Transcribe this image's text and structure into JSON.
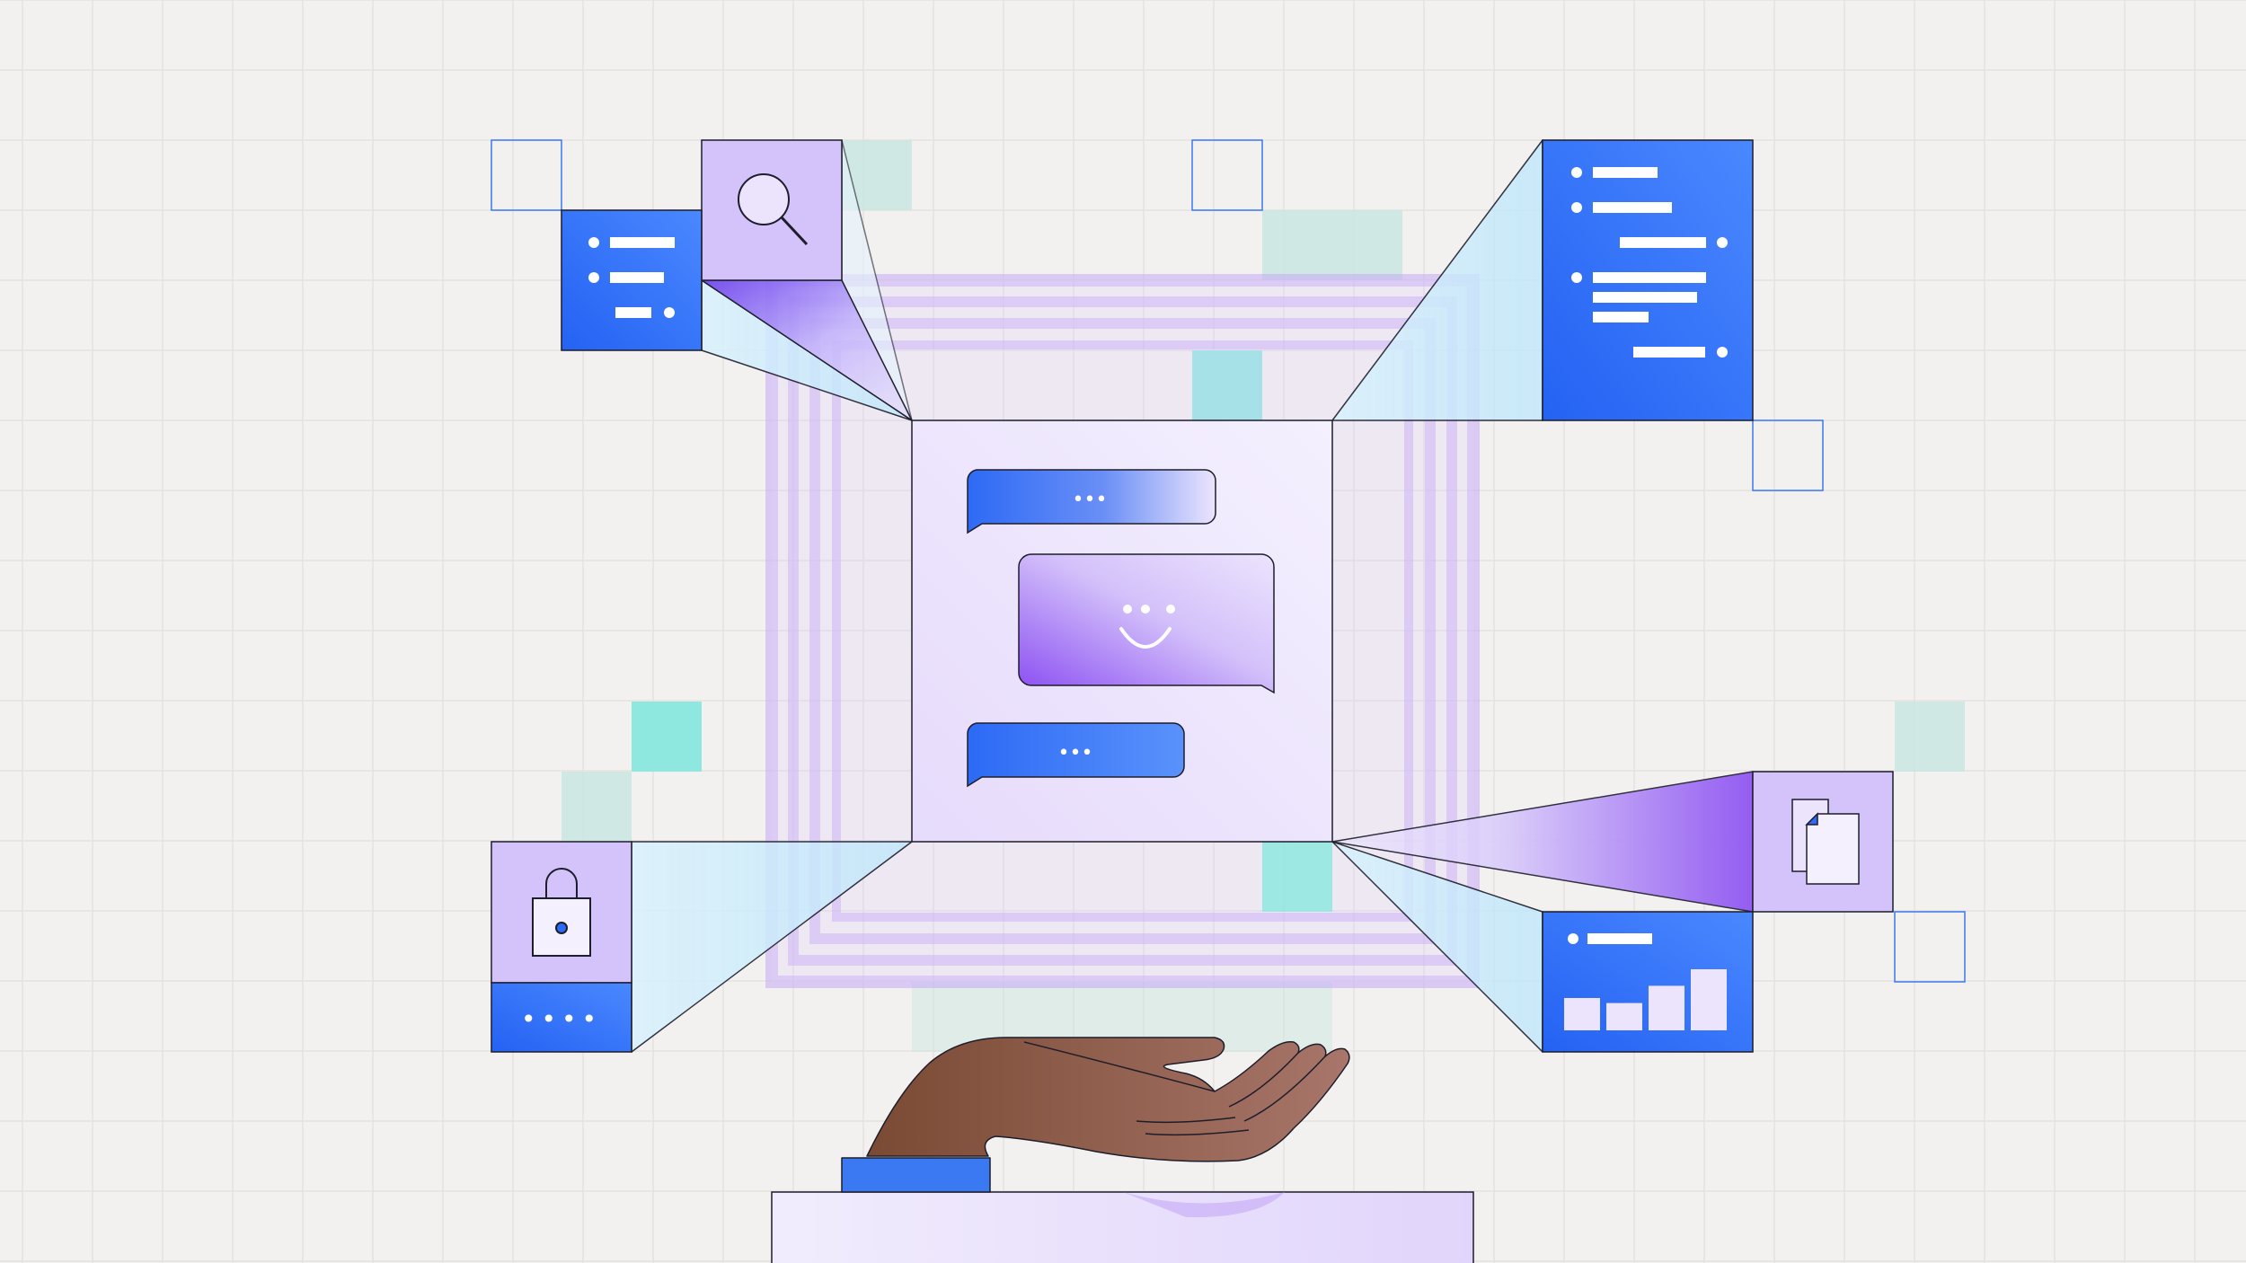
{
  "colors": {
    "background": "#f3f1ef",
    "grid_line": "#e4e1df",
    "blue": "#2d6af5",
    "blue_light": "#4a88ff",
    "lavender": "#d4c3fb",
    "lavender_light": "#ece4fd",
    "purple": "#8a4df2",
    "teal": "#8fe8e0",
    "teal_soft": "#c7e6e1",
    "cyan_light": "#cdeefc",
    "outline": "#1d1d2b",
    "skin_dark": "#7a4a34",
    "skin_light": "#a8766a",
    "cuff": "#3a79f2"
  },
  "icons": {
    "search": "magnifier-icon",
    "lock": "padlock-icon",
    "documents": "documents-icon",
    "smiley": "smiley-icon",
    "bar_chart": "bar-chart-icon",
    "hand": "open-hand-icon"
  },
  "chat": {
    "top_bubble_text": "•••",
    "middle_bubble_icon": "smiley-icon",
    "bottom_bubble_text": "•••"
  },
  "password_field": {
    "masked_text": "••••"
  },
  "mini_chart": {
    "bar_levels": [
      0.45,
      0.38,
      0.62,
      0.85
    ]
  }
}
